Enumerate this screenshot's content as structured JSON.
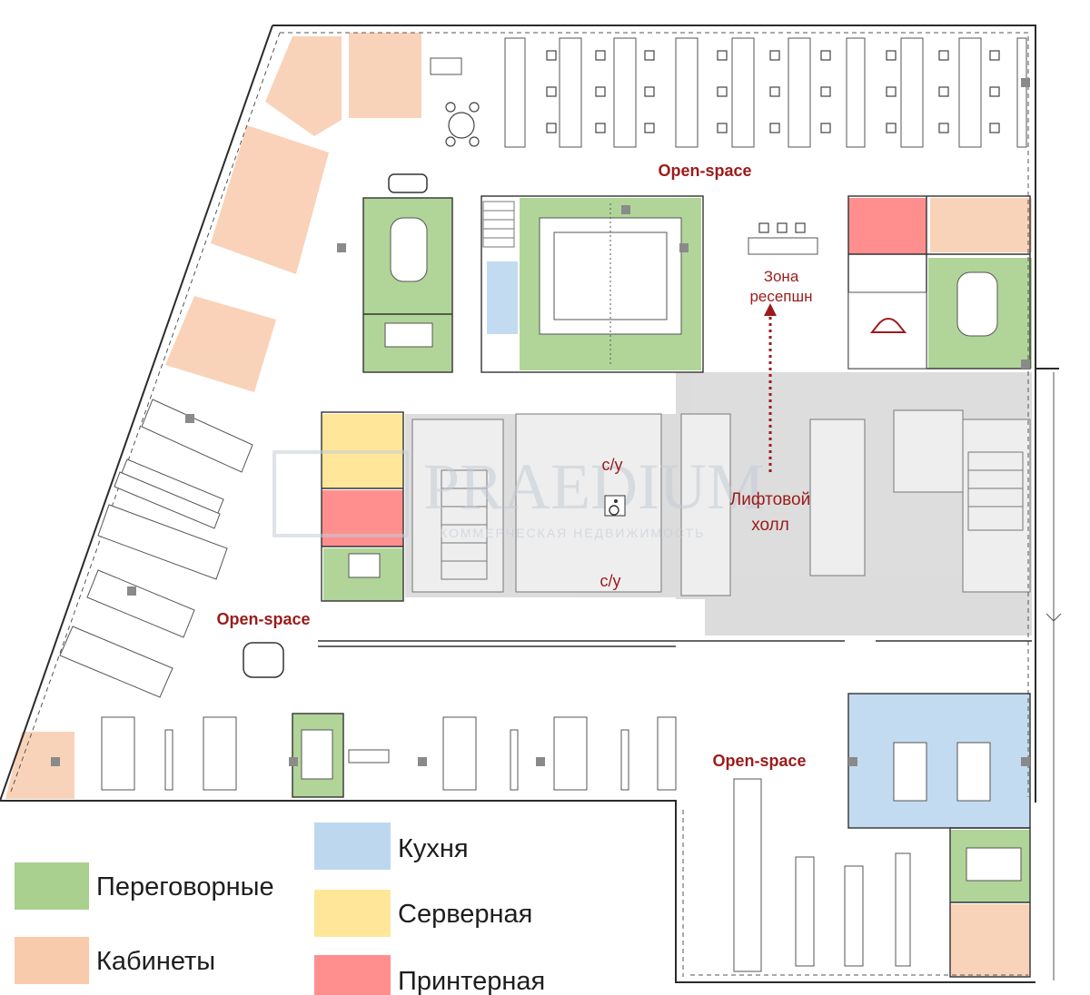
{
  "zones": {
    "open_space_top": "Open-space",
    "open_space_left": "Open-space",
    "open_space_bottom": "Open-space",
    "reception_line1": "Зона",
    "reception_line2": "ресепшн",
    "elevator_line1": "Лифтовой",
    "elevator_line2": "холл",
    "wc_top": "с/у",
    "wc_bottom": "с/у"
  },
  "watermark": {
    "name": "PRAEDIUM",
    "tagline": "КОММЕРЧЕСКАЯ НЕДВИЖИМОСТЬ"
  },
  "legend": [
    {
      "label": "Переговорные",
      "color": "#a9d08e"
    },
    {
      "label": "Кабинеты",
      "color": "#f8cbad"
    },
    {
      "label": "Кухня",
      "color": "#bdd7ee"
    },
    {
      "label": "Серверная",
      "color": "#ffe699"
    },
    {
      "label": "Принтерная",
      "color": "#ff8f8f"
    }
  ],
  "colors": {
    "meeting": "#a9d08e",
    "office": "#f8cbad",
    "kitchen": "#bdd7ee",
    "server": "#ffe699",
    "printer": "#ff8f8f",
    "core": "#d9d9d9",
    "zone_label": "#9b1b1b"
  }
}
